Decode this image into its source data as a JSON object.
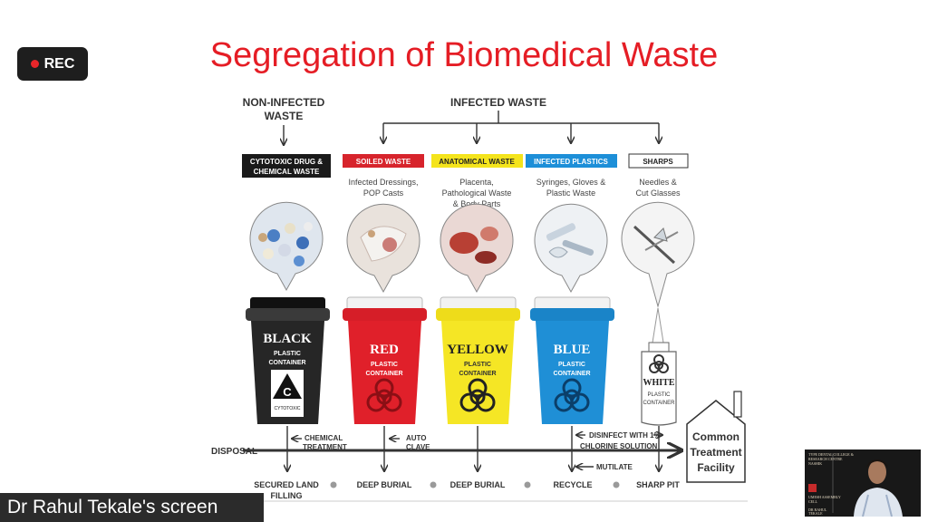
{
  "rec_label": "REC",
  "slide": {
    "title": "Segregation of Biomedical Waste",
    "non_infected_line1": "NON-INFECTED",
    "non_infected_line2": "WASTE",
    "infected_label": "INFECTED WASTE",
    "categories": [
      {
        "tag": "CYTOTOXIC DRUG &",
        "tag2": "CHEMICAL WASTE",
        "desc": [
          "",
          "",
          ""
        ],
        "bin": "BLACK",
        "color": "#262626",
        "tag_bg": "#1a1a1a",
        "tag_fg": "#ffffff"
      },
      {
        "tag": "SOILED WASTE",
        "tag2": "",
        "desc": [
          "Infected Dressings,",
          "POP Casts",
          ""
        ],
        "bin": "RED",
        "color": "#e0202a",
        "tag_bg": "#d7242c",
        "tag_fg": "#ffffff"
      },
      {
        "tag": "ANATOMICAL WASTE",
        "tag2": "",
        "desc": [
          "Placenta,",
          "Pathological Waste",
          "& Body Parts"
        ],
        "bin": "YELLOW",
        "color": "#f5e625",
        "tag_bg": "#f4e41c",
        "tag_fg": "#222222"
      },
      {
        "tag": "INFECTED PLASTICS",
        "tag2": "",
        "desc": [
          "Syringes, Gloves &",
          "Plastic Waste",
          ""
        ],
        "bin": "BLUE",
        "color": "#1f8fd6",
        "tag_bg": "#1d8fd8",
        "tag_fg": "#ffffff"
      },
      {
        "tag": "SHARPS",
        "tag2": "",
        "desc": [
          "Needles &",
          "Cut Glasses",
          ""
        ],
        "bin": "WHITE",
        "color": "#ffffff",
        "tag_bg": "#ffffff",
        "tag_fg": "#222222"
      }
    ],
    "plastic": "PLASTIC",
    "container": "CONTAINER",
    "cytotoxic_symbol": "C",
    "cytotoxic_caption": "CYTOTOXIC",
    "treatments": {
      "chemical_1": "CHEMICAL",
      "chemical_2": "TREATMENT",
      "auto_1": "AUTO",
      "auto_2": "CLAVE",
      "disinfect_1": "DISINFECT WITH 1%",
      "disinfect_2": "CHLORINE SOLUTION",
      "mutilate": "MUTILATE"
    },
    "disposal": "DISPOSAL",
    "facility": [
      "Common",
      "Treatment",
      "Facility"
    ],
    "outcomes": {
      "landfill_1": "SECURED LAND",
      "landfill_2": "FILLING",
      "burial": "DEEP BURIAL",
      "incineration": "DEEP BURIAL",
      "recycle": "RECYCLE",
      "sharp_pit": "SHARP PIT"
    }
  },
  "screen_owner": "Dr Rahul Tekale's screen",
  "webcam": {
    "caption_lines": [
      "TYPE DENTAL COLLEGE &",
      "RESEARCH CENTRE",
      "NASHIK",
      "",
      "UMESH ASSEMBLY",
      "CELL",
      "",
      "DR RAHUL",
      "TEKALE"
    ]
  }
}
